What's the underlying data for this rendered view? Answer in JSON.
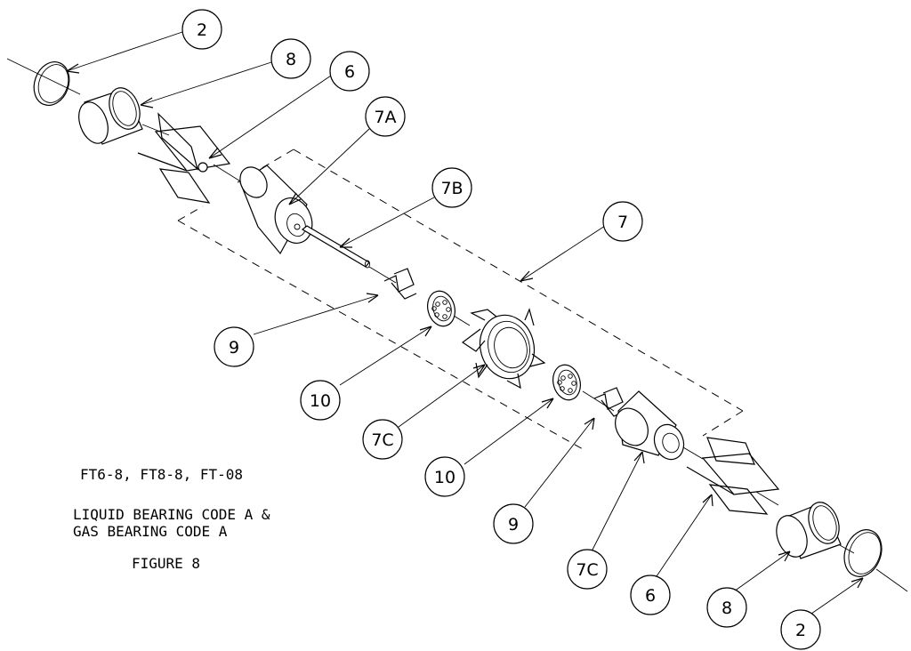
{
  "title": {
    "models": "FT6-8, FT8-8, FT-08",
    "line1": "LIQUID BEARING CODE A &",
    "line2": "GAS BEARING CODE A",
    "figure": "FIGURE 8"
  },
  "callouts": [
    "2",
    "8",
    "6",
    "7A",
    "7B",
    "7",
    "9",
    "10",
    "7C",
    "10",
    "9",
    "7C",
    "6",
    "8",
    "2"
  ]
}
